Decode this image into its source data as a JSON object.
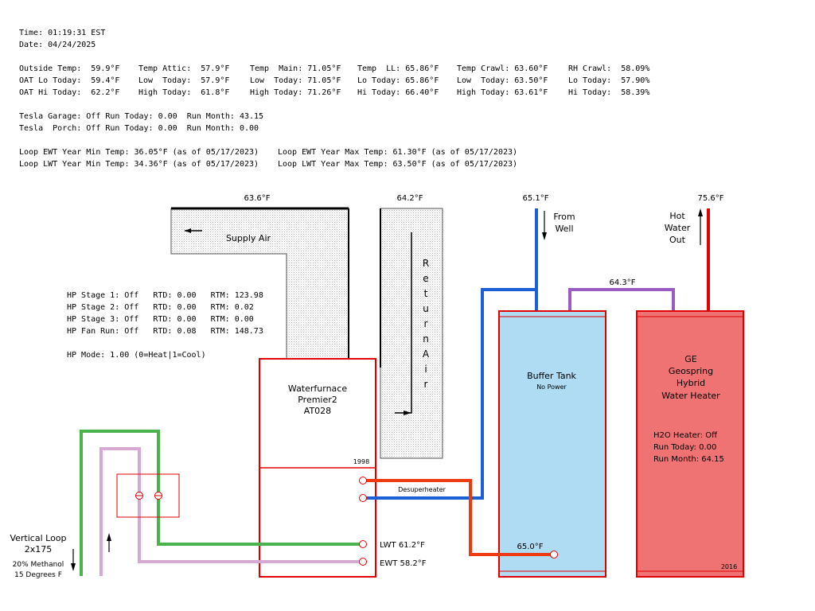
{
  "status": {
    "time": "Time: 01:19:31 EST",
    "date": "Date: 04/24/2025"
  },
  "temps": {
    "rows": [
      [
        "Outside Temp:  59.9°F",
        "Temp Attic:  57.9°F",
        "Temp  Main: 71.05°F",
        "Temp  LL: 65.86°F",
        "Temp Crawl: 63.60°F",
        "RH Crawl:  58.09%"
      ],
      [
        "OAT Lo Today:  59.4°F",
        "Low  Today:  57.9°F",
        "Low  Today: 71.05°F",
        "Lo Today: 65.86°F",
        "Low  Today: 63.50°F",
        "Lo Today:  57.90%"
      ],
      [
        "OAT Hi Today:  62.2°F",
        "High Today:  61.8°F",
        "High Today: 71.26°F",
        "Hi Today: 66.40°F",
        "High Today: 63.61°F",
        "Hi Today:  58.39%"
      ]
    ]
  },
  "tesla": {
    "garage": "Tesla Garage: Off Run Today: 0.00  Run Month: 43.15",
    "porch": "Tesla  Porch: Off Run Today: 0.00  Run Month: 0.00"
  },
  "loop_stats": {
    "ewt_min": "Loop EWT Year Min Temp: 36.05°F (as of 05/17/2023)",
    "ewt_max": "Loop EWT Year Max Temp: 61.30°F (as of 05/17/2023)",
    "lwt_min": "Loop LWT Year Min Temp: 34.36°F (as of 05/17/2023)",
    "lwt_max": "Loop LWT Year Max Temp: 63.50°F (as of 05/17/2023)"
  },
  "hp": {
    "stage1": "HP Stage 1: Off   RTD: 0.00   RTM: 123.98",
    "stage2": "HP Stage 2: Off   RTD: 0.00   RTM: 0.02",
    "stage3": "HP Stage 3: Off   RTD: 0.00   RTM: 0.00",
    "fan": "HP Fan Run: Off   RTD: 0.08   RTM: 148.73",
    "mode": "HP Mode: 1.00 (0=Heat|1=Cool)"
  },
  "diagram": {
    "supply_temp": "63.6°F",
    "supply_label": "Supply Air",
    "return_temp": "64.2°F",
    "return_letters": [
      "R",
      "e",
      "t",
      "u",
      "r",
      "n",
      "A",
      "i",
      "r"
    ],
    "well_temp": "65.1°F",
    "from_well": [
      "From",
      "Well"
    ],
    "hot_temp": "75.6°F",
    "hot_water_out": [
      "Hot",
      "Water",
      "Out"
    ],
    "mid_temp": "64.3°F",
    "wf_name": [
      "Waterfurnace",
      "Premier2",
      "AT028"
    ],
    "wf_year": "1998",
    "desuperheater": "Desuperheater",
    "lwt": "LWT 61.2°F",
    "ewt": "EWT 58.2°F",
    "buffer_title": "Buffer Tank",
    "buffer_status": "No Power",
    "buffer_temp": "65.0°F",
    "heater_name": [
      "GE",
      "Geospring",
      "Hybrid",
      "Water Heater"
    ],
    "heater_status": "H2O Heater: Off",
    "heater_run_today": "Run Today: 0.00",
    "heater_run_month": "Run Month: 64.15",
    "heater_year": "2016",
    "loop_title": [
      "Vertical Loop",
      "2x175"
    ],
    "loop_fluid": [
      "20% Methanol",
      "15 Degrees F"
    ]
  },
  "colors": {
    "red": "#e00000",
    "blue": "#1a5fd6",
    "green": "#4bb34b",
    "pink": "#d6a8d2",
    "purple": "#9a5cc4",
    "orange": "#ee3a10",
    "tank_blue": "#afdcf3",
    "tank_red": "#f07373"
  }
}
